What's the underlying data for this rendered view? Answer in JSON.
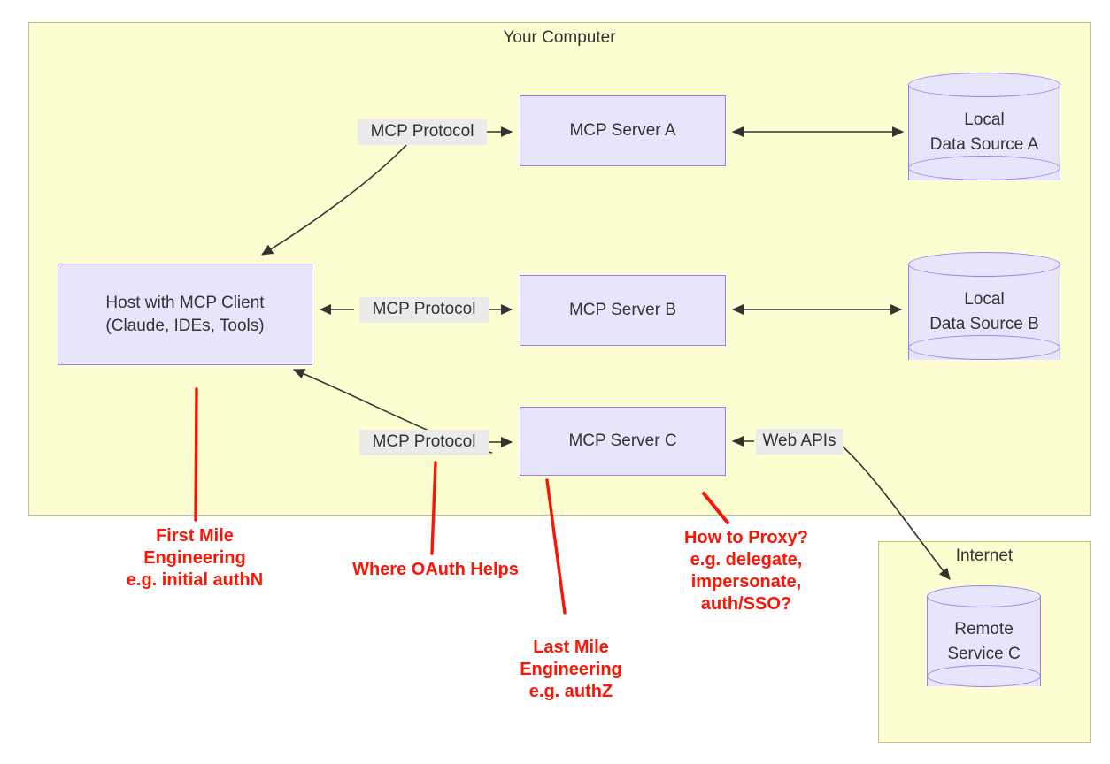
{
  "diagram": {
    "title": "MCP architecture with OAuth annotations",
    "colors": {
      "container_fill": "#fdfdd2",
      "container_stroke": "#c2c280",
      "node_fill": "#e7e5fb",
      "node_stroke": "#9b7ff0",
      "edge_label_fill": "#ebebeb",
      "text": "#333333",
      "annotation": "#fc1505",
      "edge_stroke": "#333333"
    }
  },
  "containers": [
    {
      "id": "your-computer",
      "label": "Your Computer"
    },
    {
      "id": "internet",
      "label": "Internet"
    }
  ],
  "nodes": [
    {
      "id": "host",
      "label_line1": "Host with MCP Client",
      "label_line2": "(Claude, IDEs, Tools)",
      "type": "process"
    },
    {
      "id": "server-a",
      "label": "MCP Server A",
      "type": "process"
    },
    {
      "id": "server-b",
      "label": "MCP Server B",
      "type": "process"
    },
    {
      "id": "server-c",
      "label": "MCP Server C",
      "type": "process"
    },
    {
      "id": "data-source-a",
      "label_line1": "Local",
      "label_line2": "Data Source A",
      "type": "datastore"
    },
    {
      "id": "data-source-b",
      "label_line1": "Local",
      "label_line2": "Data Source B",
      "type": "datastore"
    },
    {
      "id": "remote-service-c",
      "label_line1": "Remote",
      "label_line2": "Service C",
      "type": "datastore"
    }
  ],
  "edge_labels": [
    {
      "id": "mcp-protocol-a",
      "label": "MCP Protocol"
    },
    {
      "id": "mcp-protocol-b",
      "label": "MCP Protocol"
    },
    {
      "id": "mcp-protocol-c",
      "label": "MCP Protocol"
    },
    {
      "id": "web-apis",
      "label": "Web APIs"
    }
  ],
  "annotations": [
    {
      "id": "first-mile",
      "text": "First Mile\nEngineering\ne.g. initial authN"
    },
    {
      "id": "where-oauth-helps",
      "text": "Where OAuth Helps"
    },
    {
      "id": "last-mile",
      "text": "Last Mile\nEngineering\ne.g. authZ"
    },
    {
      "id": "how-to-proxy",
      "text": "How to Proxy?\ne.g. delegate,\nimpersonate,\nauth/SSO?"
    }
  ]
}
